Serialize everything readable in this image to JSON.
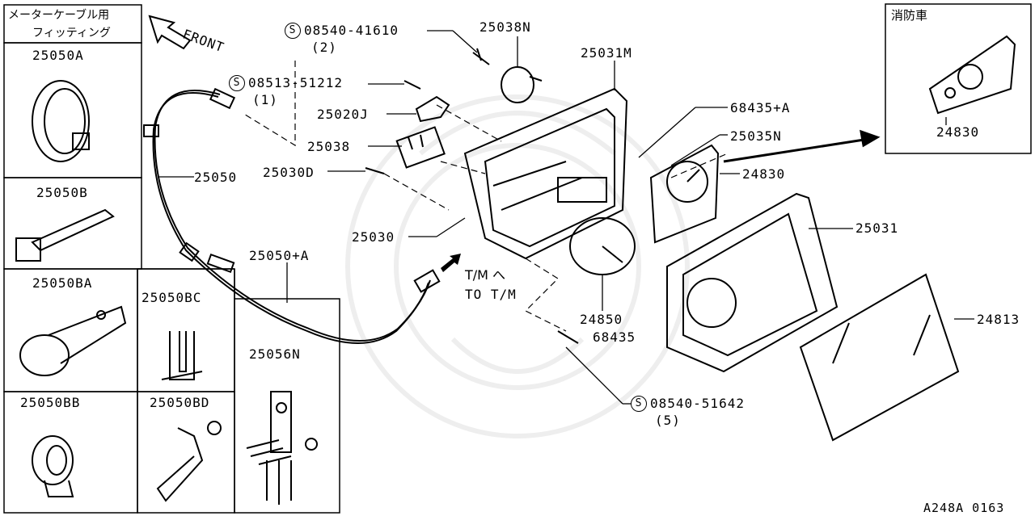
{
  "legend": {
    "title_line1": "メーターケーブル用",
    "title_line2": "フィッティング",
    "cells": [
      {
        "code": "25050A"
      },
      {
        "code": "25050B"
      },
      {
        "code": "25050BA"
      },
      {
        "code": "25050BC"
      },
      {
        "code": "25050BB"
      },
      {
        "code": "25050BD"
      },
      {
        "code": "25056N"
      }
    ]
  },
  "direction": {
    "front_label": "FRONT"
  },
  "parts": {
    "screw_top": {
      "symbol": "S",
      "code": "08540-41610",
      "qty": "(2)"
    },
    "screw_mid": {
      "symbol": "S",
      "code": "08513-51212",
      "qty": "(1)"
    },
    "screw_bottom": {
      "symbol": "S",
      "code": "08540-51642",
      "qty": "(5)"
    },
    "p25038N": "25038N",
    "p25031M": "25031M",
    "p25020J": "25020J",
    "p25038": "25038",
    "p25030D": "25030D",
    "p25050": "25050",
    "p25030": "25030",
    "p25050A": "25050+A",
    "p68435A": "68435+A",
    "p25035N": "25035N",
    "p24830": "24830",
    "p25031": "25031",
    "p24850": "24850",
    "p68435": "68435",
    "p24813": "24813",
    "tm_line1": "T/M へ",
    "tm_line2": "TO T/M"
  },
  "inset": {
    "title": "消防車",
    "code": "24830"
  },
  "footer": {
    "drawing_id": "A248A 0163"
  }
}
